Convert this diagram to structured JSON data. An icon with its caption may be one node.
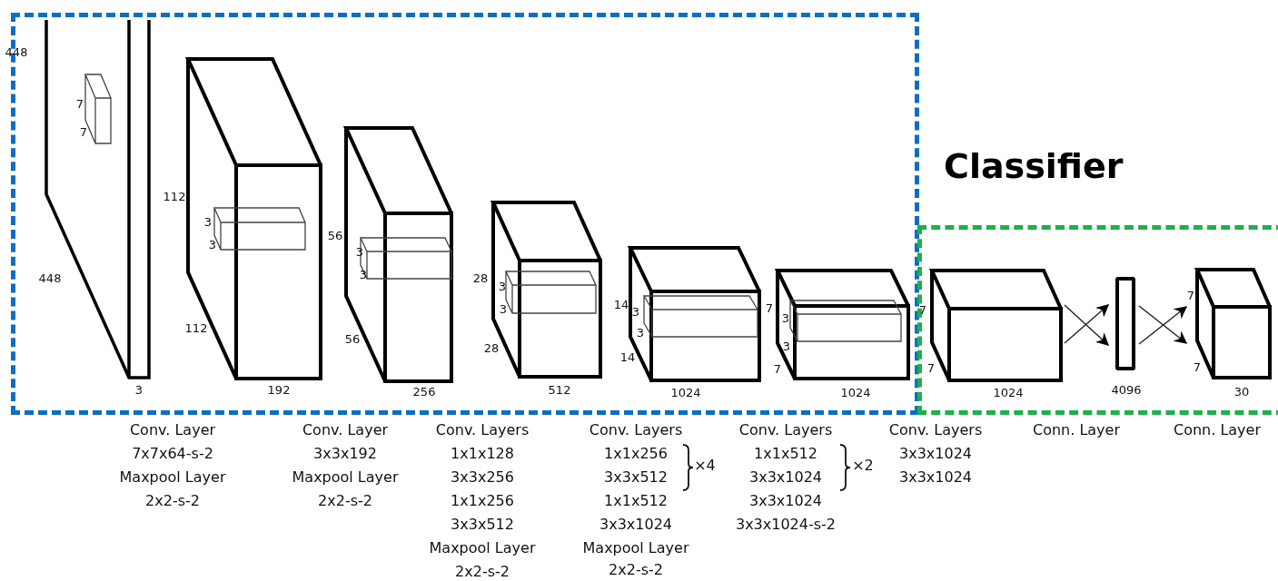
{
  "diagram": {
    "nodes": [
      {
        "text": [],
        "shape": "box"
      },
      {
        "text": [
          "Classifier"
        ]
      },
      {
        "text": [],
        "shape": "box",
        "in": 0,
        "beside": [
          "3"
        ]
      },
      {
        "text": [],
        "shape": "box",
        "in": 0,
        "beside": [
          "192"
        ]
      },
      {
        "text": [],
        "shape": "box",
        "in": 0,
        "beside": [
          "256"
        ]
      },
      {
        "text": [],
        "shape": "box",
        "in": 0,
        "beside": [
          "512"
        ]
      },
      {
        "text": [],
        "shape": "box",
        "in": 0,
        "beside": [
          "1024"
        ]
      },
      {
        "text": [],
        "shape": "box",
        "in": 0,
        "beside": [
          "1024"
        ]
      },
      {
        "text": [],
        "shape": "box",
        "in": 1,
        "beside": [
          "1024"
        ]
      },
      {
        "text": [],
        "shape": "bar",
        "in": 1,
        "beside": [
          "4096"
        ]
      },
      {
        "text": [],
        "shape": "box",
        "in": 1,
        "beside": [
          "30"
        ]
      }
    ],
    "edges": [
      {
        "from": 8,
        "to": 9,
        "arrow": "to"
      },
      {
        "from": 8,
        "to": 9,
        "arrow": "to"
      },
      {
        "from": 9,
        "to": 10,
        "arrow": "to"
      },
      {
        "from": 9,
        "to": 10,
        "arrow": "to"
      }
    ],
    "labels": [
      "448",
      "7",
      "7",
      "448",
      "112",
      "3",
      "3",
      "112",
      "56",
      "3",
      "3",
      "56",
      "28",
      "3",
      "3",
      "28",
      "14",
      "3",
      "3",
      "14",
      "7",
      "3",
      "3",
      "7",
      "7",
      "7",
      "7",
      "7",
      "Conv. Layer",
      "7x7x64-s-2",
      "Maxpool Layer",
      "2x2-s-2",
      "Conv. Layer",
      "3x3x192",
      "Maxpool Layer",
      "2x2-s-2",
      "Conv. Layers",
      "1x1x128",
      "3x3x256",
      "1x1x256",
      "3x3x512",
      "Maxpool Layer",
      "2x2-s-2",
      "Conv. Layers",
      "1x1x256",
      "3x3x512",
      "×4",
      "1x1x512",
      "3x3x1024",
      "Maxpool Layer",
      "2x2-s-2",
      "Conv. Layers",
      "1x1x512",
      "3x3x1024",
      "×2",
      "3x3x1024",
      "3x3x1024-s-2",
      "Conv. Layers",
      "3x3x1024",
      "3x3x1024",
      "Conn. Layer",
      "Conn. Layer"
    ]
  }
}
